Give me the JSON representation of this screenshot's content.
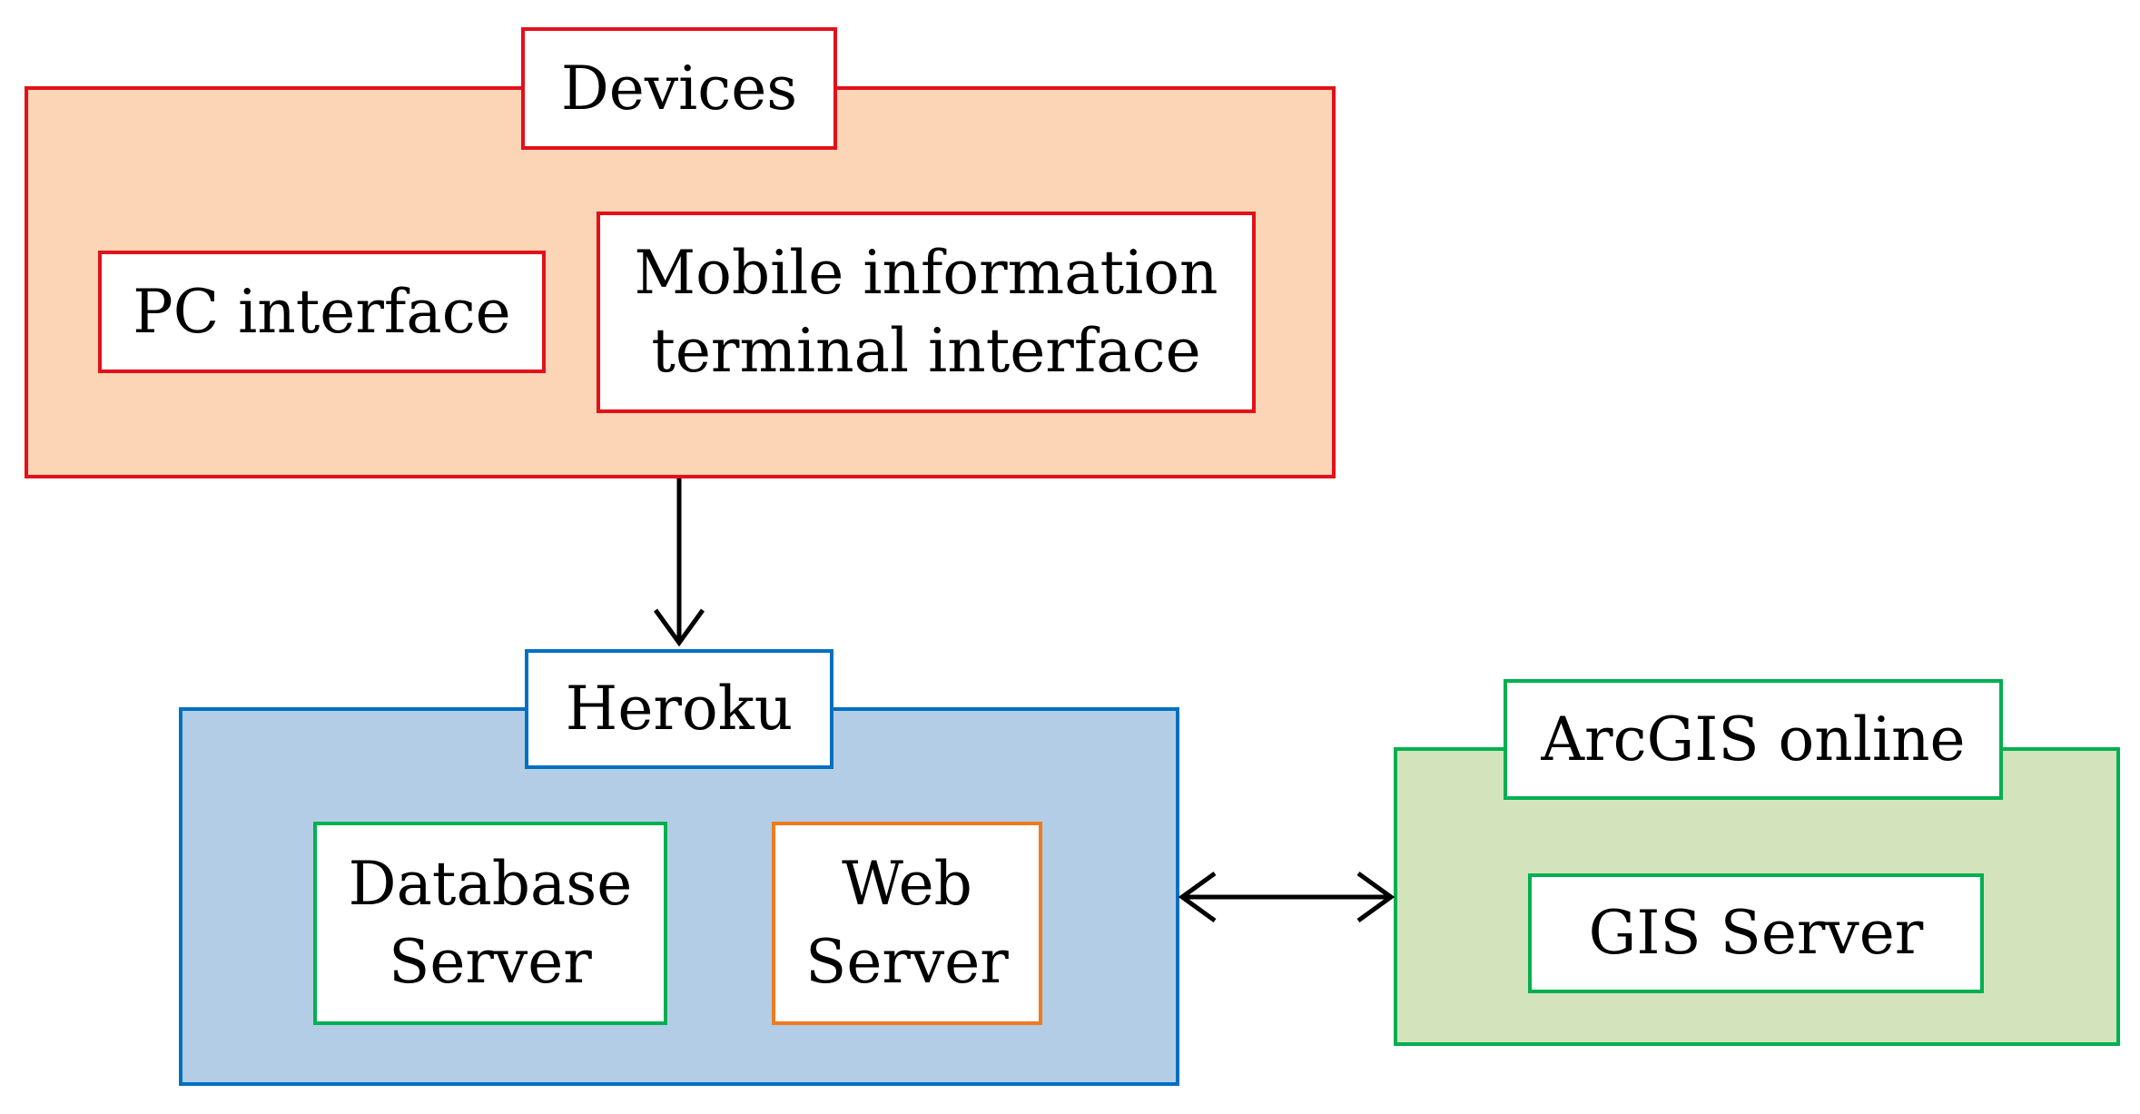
{
  "colors": {
    "devices_fill": "#fbd5b5",
    "devices_border": "#e3101a",
    "heroku_fill": "#b4cde6",
    "heroku_border": "#0070c0",
    "arcgis_fill": "#d3e4bc",
    "arcgis_border": "#00b050",
    "web_server_border": "#f07a1e",
    "arrow": "#000000"
  },
  "devices": {
    "title": "Devices",
    "pc_interface": "PC interface",
    "mobile_interface": "Mobile information\nterminal interface"
  },
  "heroku": {
    "title": "Heroku",
    "database_server": "Database\nServer",
    "web_server": "Web\nServer"
  },
  "arcgis": {
    "title": "ArcGIS online",
    "gis_server": "GIS Server"
  },
  "connections": [
    {
      "from": "devices",
      "to": "heroku",
      "direction": "one-way"
    },
    {
      "from": "heroku",
      "to": "arcgis",
      "direction": "two-way"
    }
  ]
}
